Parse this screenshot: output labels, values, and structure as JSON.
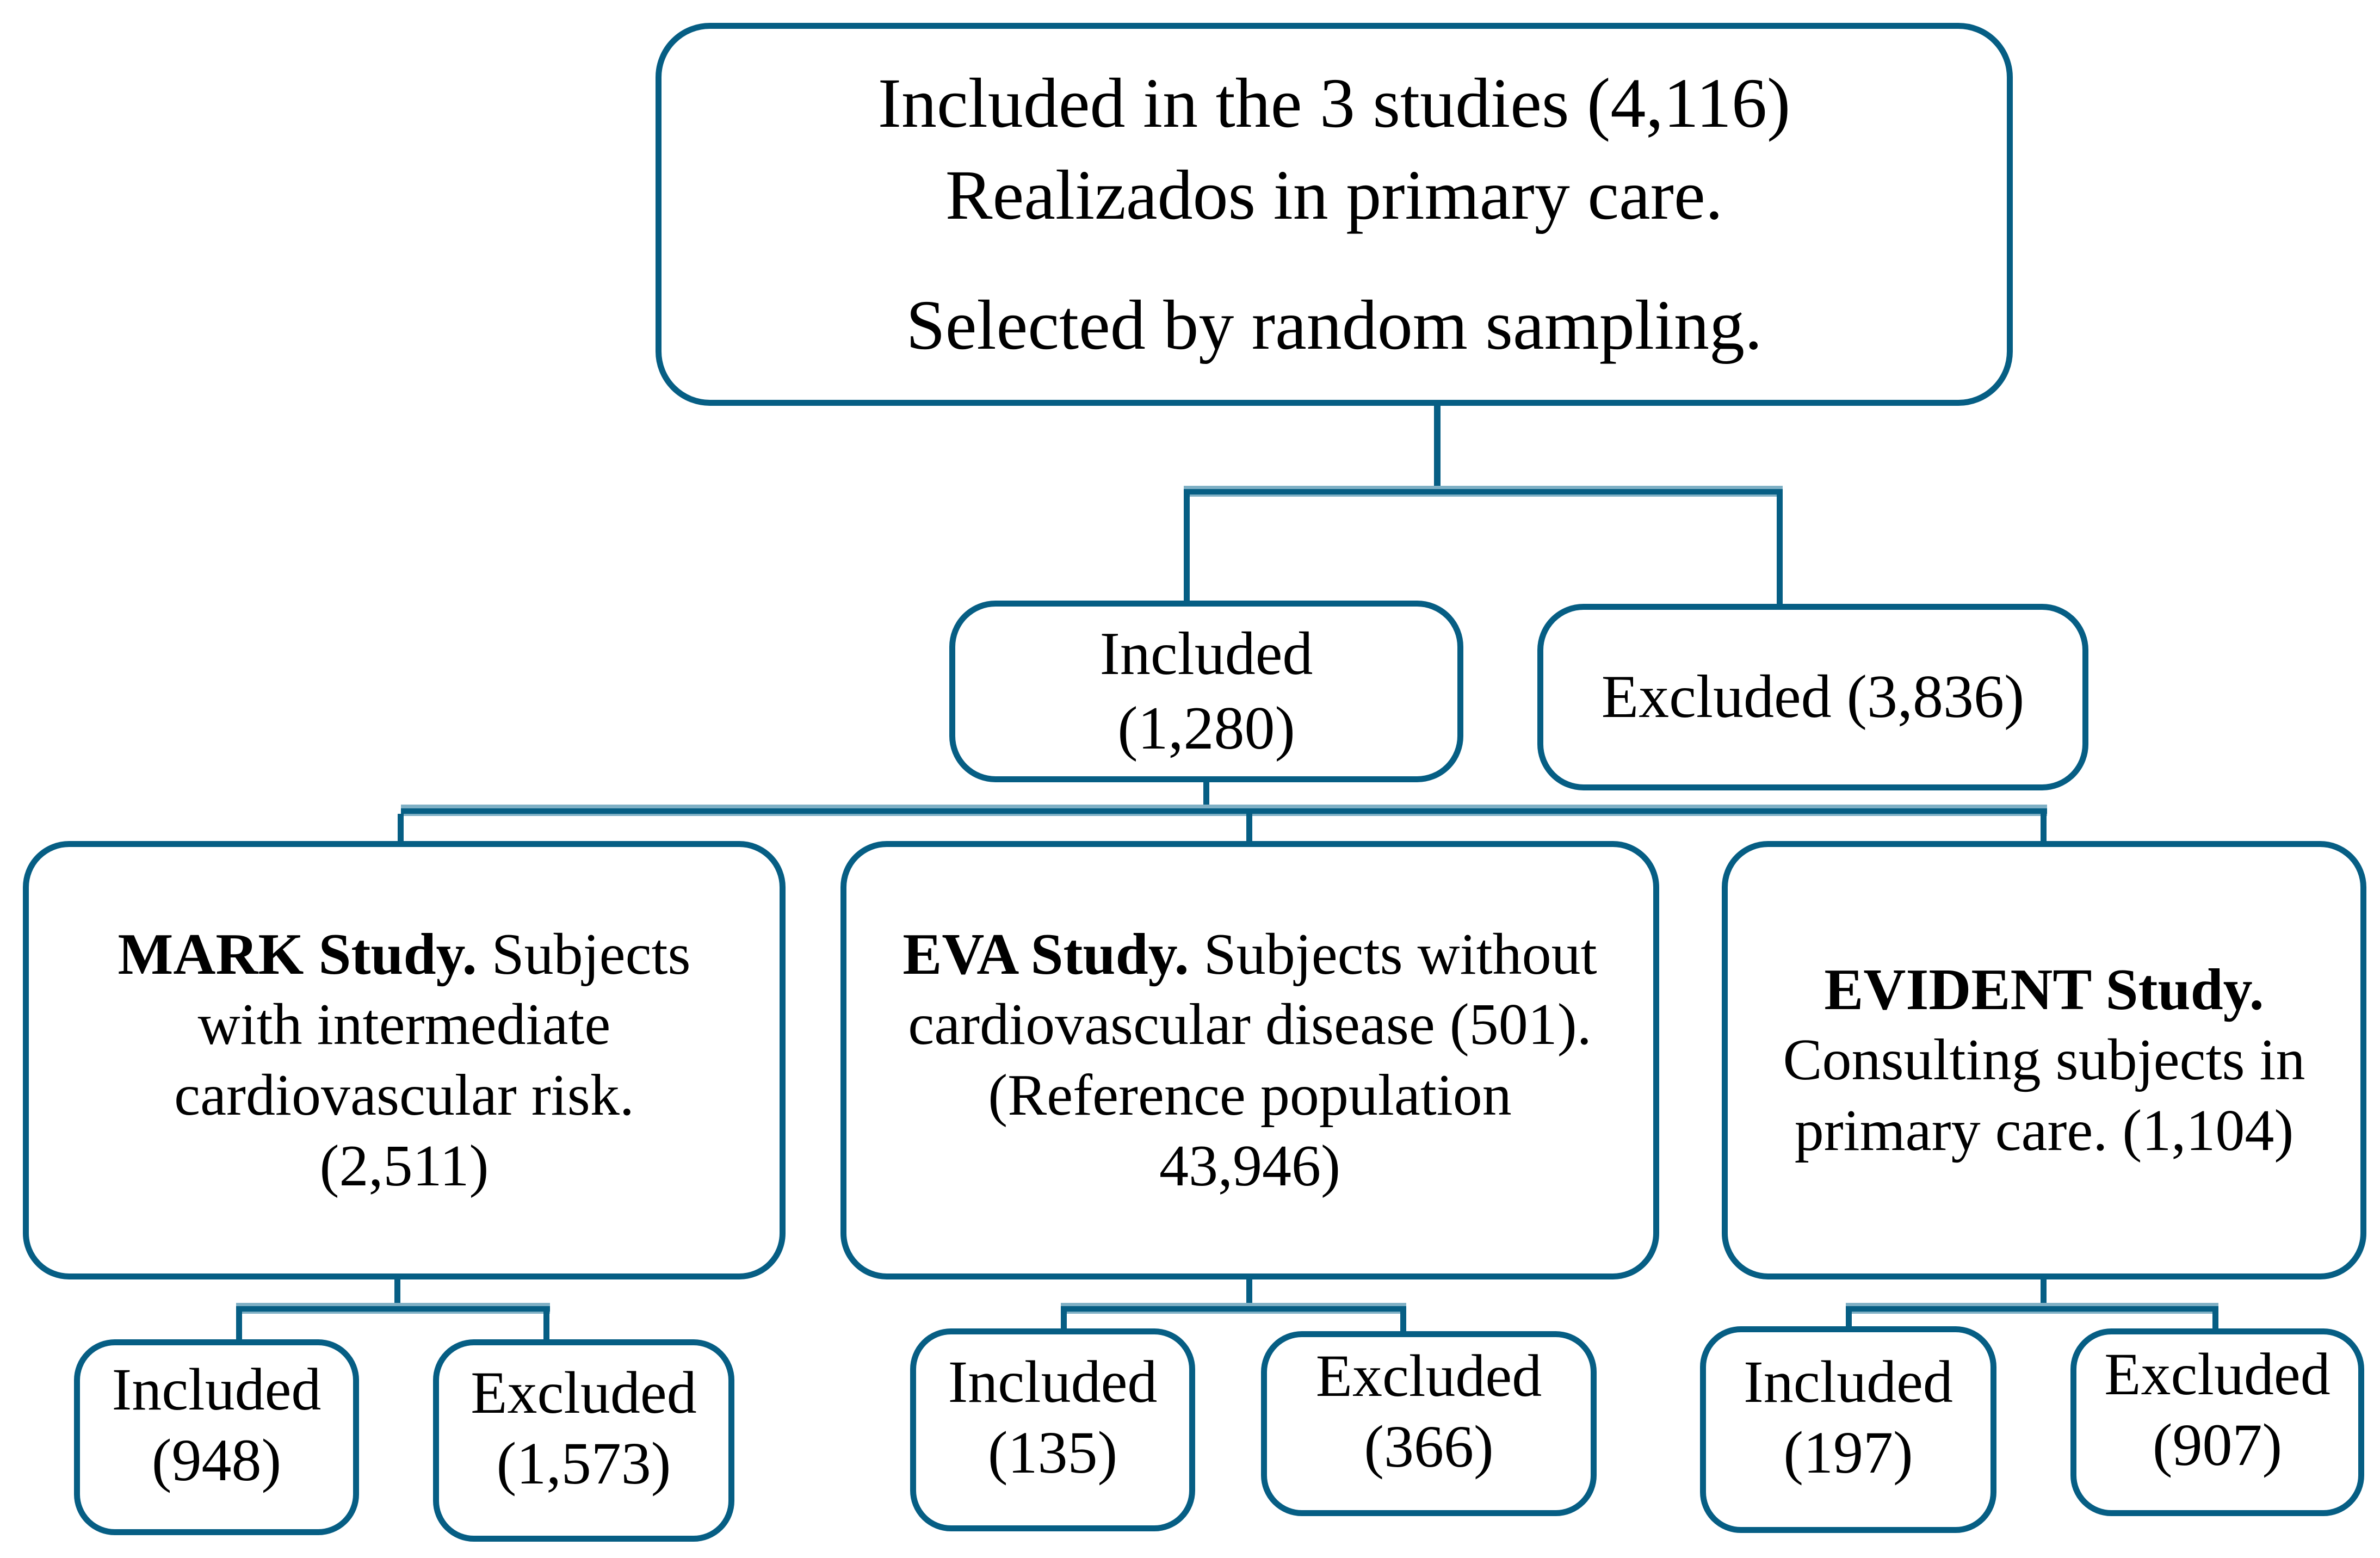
{
  "diagram": {
    "colors": {
      "line": "#065e84",
      "band": "#7fb0c5",
      "ink": "#000000",
      "bg": "#ffffff"
    },
    "nodes": {
      "top": {
        "line1": "Included in the 3 studies (4,116)",
        "line2": "Realizados in primary care.",
        "line3": "Selected by random sampling."
      },
      "included2": {
        "line1": "Included",
        "line2": "(1,280)"
      },
      "excluded2": {
        "label": "Excluded (3,836)"
      },
      "mark": {
        "title": "MARK Study.",
        "line1_rest": "Subjects",
        "line2": "with intermediate",
        "line3": "cardiovascular risk.",
        "line4": "(2,511)"
      },
      "eva": {
        "title": "EVA Study.",
        "line1_rest": "Subjects without",
        "line2": "cardiovascular disease (501).",
        "line3": "(Reference population",
        "line4": "43,946)"
      },
      "evident": {
        "title": "EVIDENT Study.",
        "line2": "Consulting subjects in",
        "line3": "primary care. (1,104)"
      },
      "mark_included": {
        "line1": "Included",
        "line2": "(948)"
      },
      "mark_excluded": {
        "line1": "Excluded",
        "line2": "(1,573)"
      },
      "eva_included": {
        "line1": "Included",
        "line2": "(135)"
      },
      "eva_excluded": {
        "line1": "Excluded",
        "line2": "(366)"
      },
      "evident_included": {
        "line1": "Included",
        "line2": "(197)"
      },
      "evident_excluded": {
        "line1": "Excluded",
        "line2": "(907)"
      }
    }
  }
}
